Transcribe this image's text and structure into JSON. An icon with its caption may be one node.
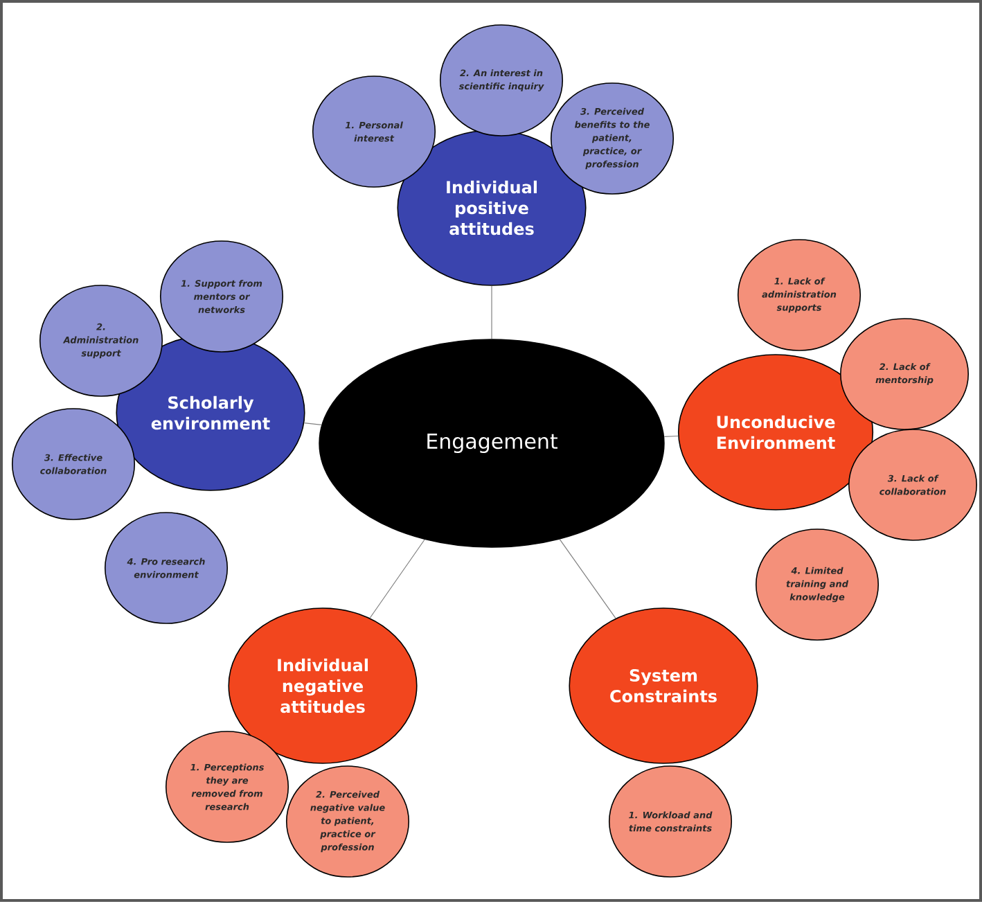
{
  "diagram": {
    "nodes": [
      {
        "text": [
          "Engagement"
        ]
      },
      {
        "text": [
          "Individual positive attitudes"
        ]
      },
      {
        "text": [
          "1. Personal interest"
        ]
      },
      {
        "text": [
          "2. An interest in scientific inquiry"
        ]
      },
      {
        "text": [
          "3. Perceived benefits to the patient, practice, or profession"
        ]
      },
      {
        "text": [
          "Scholarly environment"
        ]
      },
      {
        "text": [
          "1. Support from mentors or networks"
        ]
      },
      {
        "text": [
          "2. Administration support"
        ]
      },
      {
        "text": [
          "3. Effective collaboration"
        ]
      },
      {
        "text": [
          "4. Pro research environment"
        ]
      },
      {
        "text": [
          "Unconducive Environment"
        ]
      },
      {
        "text": [
          "1. Lack of administration supports"
        ]
      },
      {
        "text": [
          "2. Lack of mentorship"
        ]
      },
      {
        "text": [
          "3. Lack of collaboration"
        ]
      },
      {
        "text": [
          "4. Limited training and knowledge"
        ]
      },
      {
        "text": [
          "Individual negative attitudes"
        ]
      },
      {
        "text": [
          "1. Perceptions they are removed from research"
        ]
      },
      {
        "text": [
          "2. Perceived negative value to patient, practice or profession"
        ]
      },
      {
        "text": [
          "System Constraints"
        ]
      },
      {
        "text": [
          "1. Workload and time constraints"
        ]
      }
    ],
    "edges": [
      {
        "from": 0,
        "to": 1,
        "arrow": "none"
      },
      {
        "from": 0,
        "to": 5,
        "arrow": "none"
      },
      {
        "from": 0,
        "to": 10,
        "arrow": "none"
      },
      {
        "from": 0,
        "to": 15,
        "arrow": "none"
      },
      {
        "from": 0,
        "to": 18,
        "arrow": "none"
      }
    ]
  }
}
